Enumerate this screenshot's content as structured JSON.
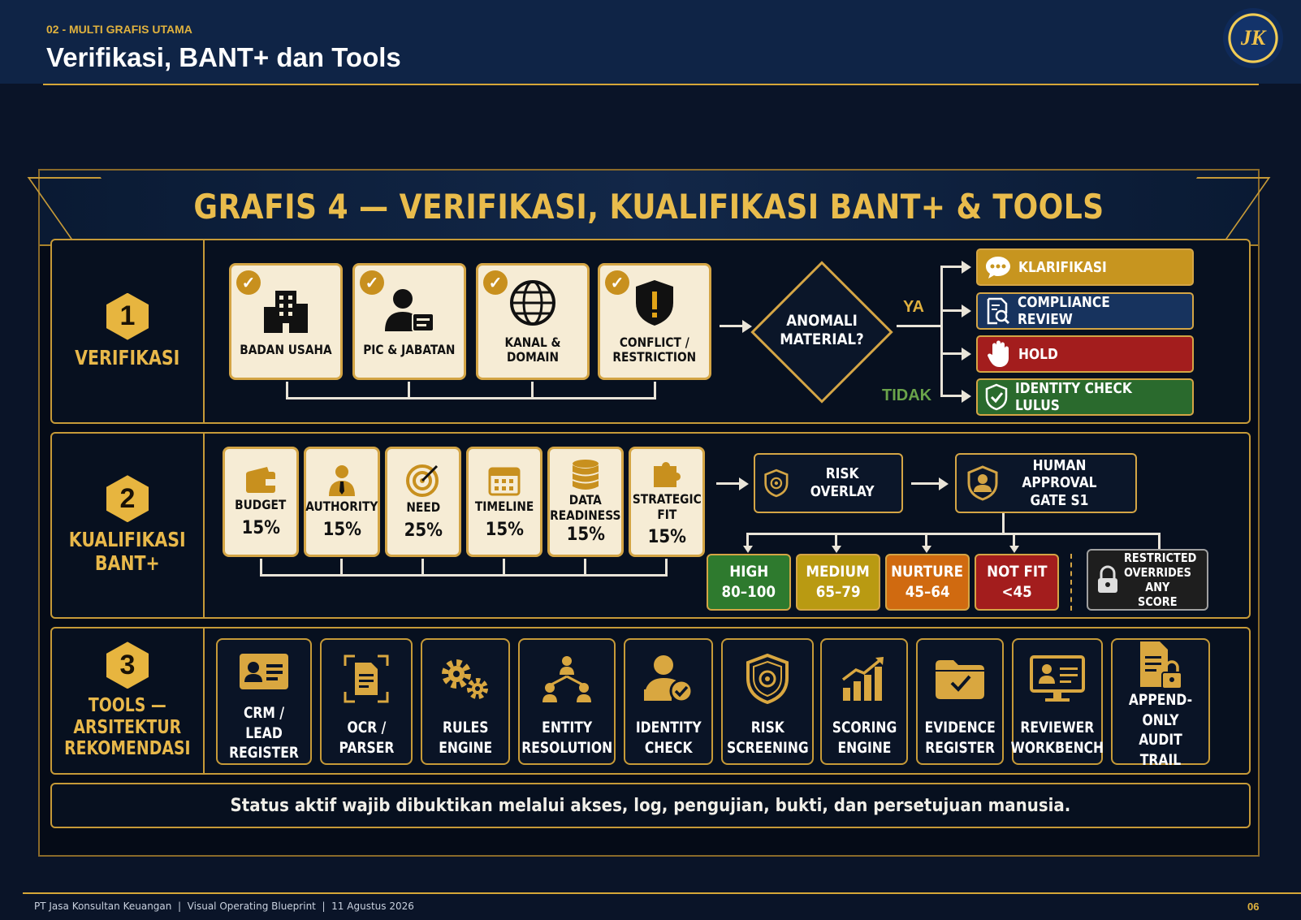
{
  "header": {
    "subtitle": "02 - MULTI GRAFIS UTAMA",
    "title": "Verifikasi, BANT+ dan Tools",
    "logo_monogram": "JK"
  },
  "graphic": {
    "title": "GRAFIS 4 — VERIFIKASI, KUALIFIKASI BANT+ & TOOLS",
    "section1": {
      "number": "1",
      "label": "VERIFIKASI",
      "checks": [
        {
          "label": "BADAN USAHA",
          "icon": "building-icon"
        },
        {
          "label": "PIC & JABATAN",
          "icon": "person-badge-icon"
        },
        {
          "label": "KANAL & DOMAIN",
          "icon": "globe-icon"
        },
        {
          "label": "CONFLICT /\nRESTRICTION",
          "icon": "shield-alert-icon"
        }
      ],
      "decision": "ANOMALI\nMATERIAL?",
      "yes_label": "YA",
      "no_label": "TIDAK",
      "outcomes": [
        {
          "label": "KLARIFIKASI",
          "color": "#c7951f",
          "icon": "chat-icon"
        },
        {
          "label": "COMPLIANCE REVIEW",
          "color": "#17335e",
          "icon": "document-search-icon"
        },
        {
          "label": "HOLD",
          "color": "#a31d1d",
          "icon": "hand-stop-icon"
        },
        {
          "label": "IDENTITY CHECK LULUS",
          "color": "#2a6a2d",
          "icon": "shield-check-icon"
        }
      ]
    },
    "section2": {
      "number": "2",
      "label": "KUALIFIKASI\nBANT+",
      "criteria": [
        {
          "label": "BUDGET",
          "weight": "15%",
          "icon": "wallet-icon"
        },
        {
          "label": "AUTHORITY",
          "weight": "15%",
          "icon": "person-tie-icon"
        },
        {
          "label": "NEED",
          "weight": "25%",
          "icon": "target-icon"
        },
        {
          "label": "TIMELINE",
          "weight": "15%",
          "icon": "calendar-icon"
        },
        {
          "label": "DATA\nREADINESS",
          "weight": "15%",
          "icon": "database-icon"
        },
        {
          "label": "STRATEGIC FIT",
          "weight": "15%",
          "icon": "puzzle-icon"
        }
      ],
      "risk_overlay": "RISK OVERLAY",
      "approval_gate": "HUMAN\nAPPROVAL GATE S1",
      "tiers": [
        {
          "name": "HIGH",
          "range": "80–100",
          "color": "#2e7a2e"
        },
        {
          "name": "MEDIUM",
          "range": "65–79",
          "color": "#b99a12"
        },
        {
          "name": "NURTURE",
          "range": "45–64",
          "color": "#d06a10"
        },
        {
          "name": "NOT FIT",
          "range": "<45",
          "color": "#a31d1d"
        }
      ],
      "restricted_note": "RESTRICTED\nOVERRIDES\nANY SCORE"
    },
    "section3": {
      "number": "3",
      "label": "TOOLS —\nARSITEKTUR\nREKOMENDASI",
      "tools": [
        {
          "label": "CRM /\nLEAD REGISTER",
          "icon": "id-card-icon"
        },
        {
          "label": "OCR /\nPARSER",
          "icon": "scan-document-icon"
        },
        {
          "label": "RULES\nENGINE",
          "icon": "gears-icon"
        },
        {
          "label": "ENTITY\nRESOLUTION",
          "icon": "network-people-icon"
        },
        {
          "label": "IDENTITY\nCHECK",
          "icon": "user-check-icon"
        },
        {
          "label": "RISK\nSCREENING",
          "icon": "shield-target-icon"
        },
        {
          "label": "SCORING\nENGINE",
          "icon": "bar-chart-icon"
        },
        {
          "label": "EVIDENCE\nREGISTER",
          "icon": "folder-check-icon"
        },
        {
          "label": "REVIEWER\nWORKBENCH",
          "icon": "monitor-user-icon"
        },
        {
          "label": "APPEND-ONLY\nAUDIT TRAIL",
          "icon": "document-lock-icon"
        }
      ]
    },
    "status_note": "Status aktif wajib dibuktikan melalui akses, log, pengujian, bukti, dan persetujuan manusia."
  },
  "footer": {
    "text": "PT Jasa Konsultan Keuangan  |  Visual Operating Blueprint  |  11 Agustus 2026",
    "page": "06"
  }
}
